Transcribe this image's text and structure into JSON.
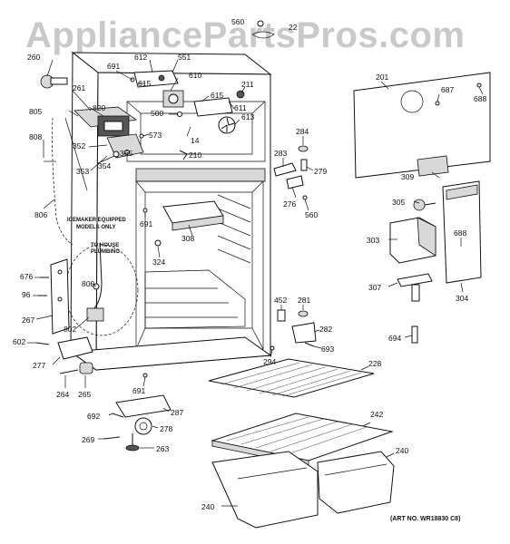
{
  "watermark": "AppliancePartsPros.com",
  "art_number": "(ART NO. WR18830 C8)",
  "notes": {
    "icemaker_line1": "ICEMAKER EQUIPPED",
    "icemaker_line2": "MODELS ONLY",
    "plumbing_line1": "TO HOUSE",
    "plumbing_line2": "PLUMBING"
  },
  "labels": [
    {
      "id": "l560a",
      "text": "560"
    },
    {
      "id": "l22",
      "text": "22"
    },
    {
      "id": "l260",
      "text": "260"
    },
    {
      "id": "l691a",
      "text": "691"
    },
    {
      "id": "l612",
      "text": "612"
    },
    {
      "id": "l551",
      "text": "551"
    },
    {
      "id": "l261",
      "text": "261"
    },
    {
      "id": "l615a",
      "text": "615"
    },
    {
      "id": "l610",
      "text": "610"
    },
    {
      "id": "l211",
      "text": "211"
    },
    {
      "id": "l615b",
      "text": "615"
    },
    {
      "id": "l820",
      "text": "820"
    },
    {
      "id": "l805",
      "text": "805"
    },
    {
      "id": "l500",
      "text": "500"
    },
    {
      "id": "l611",
      "text": "611"
    },
    {
      "id": "l613",
      "text": "613"
    },
    {
      "id": "l573",
      "text": "573"
    },
    {
      "id": "l14",
      "text": "14"
    },
    {
      "id": "l808",
      "text": "808"
    },
    {
      "id": "l352",
      "text": "352"
    },
    {
      "id": "l355",
      "text": "355"
    },
    {
      "id": "l354",
      "text": "354"
    },
    {
      "id": "l353",
      "text": "353"
    },
    {
      "id": "l210",
      "text": "210"
    },
    {
      "id": "l284",
      "text": "284"
    },
    {
      "id": "l283",
      "text": "283"
    },
    {
      "id": "l279",
      "text": "279"
    },
    {
      "id": "l276",
      "text": "276"
    },
    {
      "id": "l560b",
      "text": "560"
    },
    {
      "id": "l201",
      "text": "201"
    },
    {
      "id": "l687",
      "text": "687"
    },
    {
      "id": "l688a",
      "text": "688"
    },
    {
      "id": "l309",
      "text": "309"
    },
    {
      "id": "l305",
      "text": "305"
    },
    {
      "id": "l806",
      "text": "806"
    },
    {
      "id": "l691b",
      "text": "691"
    },
    {
      "id": "l308",
      "text": "308"
    },
    {
      "id": "l324",
      "text": "324"
    },
    {
      "id": "l303",
      "text": "303"
    },
    {
      "id": "l688b",
      "text": "688"
    },
    {
      "id": "l676",
      "text": "676"
    },
    {
      "id": "l96",
      "text": "96"
    },
    {
      "id": "l800",
      "text": "800"
    },
    {
      "id": "l267",
      "text": "267"
    },
    {
      "id": "l802",
      "text": "802"
    },
    {
      "id": "l307",
      "text": "307"
    },
    {
      "id": "l304",
      "text": "304"
    },
    {
      "id": "l452",
      "text": "452"
    },
    {
      "id": "l281",
      "text": "281"
    },
    {
      "id": "l282",
      "text": "282"
    },
    {
      "id": "l693",
      "text": "693"
    },
    {
      "id": "l694",
      "text": "694"
    },
    {
      "id": "l602",
      "text": "602"
    },
    {
      "id": "l277",
      "text": "277"
    },
    {
      "id": "l294",
      "text": "294"
    },
    {
      "id": "l228",
      "text": "228"
    },
    {
      "id": "l264",
      "text": "264"
    },
    {
      "id": "l265",
      "text": "265"
    },
    {
      "id": "l691c",
      "text": "691"
    },
    {
      "id": "l287",
      "text": "287"
    },
    {
      "id": "l692",
      "text": "692"
    },
    {
      "id": "l278",
      "text": "278"
    },
    {
      "id": "l242",
      "text": "242"
    },
    {
      "id": "l269",
      "text": "269"
    },
    {
      "id": "l263",
      "text": "263"
    },
    {
      "id": "l240a",
      "text": "240"
    },
    {
      "id": "l240b",
      "text": "240"
    }
  ]
}
